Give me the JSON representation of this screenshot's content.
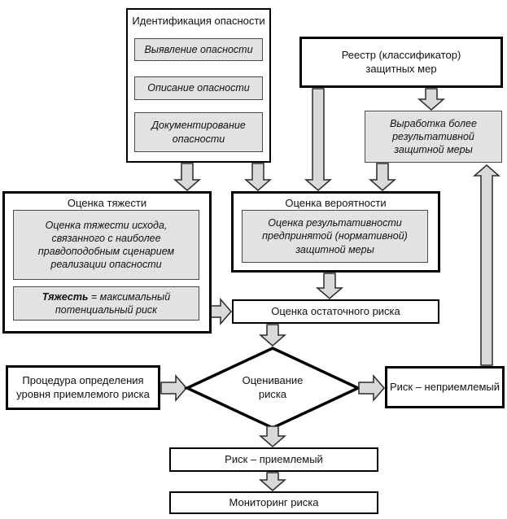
{
  "colors": {
    "background": "#ffffff",
    "box_fill": "#ffffff",
    "inner_fill": "#e2e2e2",
    "arrow_fill": "#d9d9d9",
    "border": "#000000"
  },
  "nodes": {
    "identification": {
      "title": "Идентификация опасности",
      "items": [
        "Выявление опасности",
        "Описание опасности",
        "Документирование опасности"
      ]
    },
    "registry": {
      "label": "Реестр (классификатор) защитных мер"
    },
    "countermeasure": {
      "label": "Выработка более результативной защитной меры"
    },
    "severity": {
      "title": "Оценка тяжести",
      "assessment": "Оценка тяжести исхода, связанного с наиболее правдоподобным сценарием реализации опасности",
      "formula_term": "Тяжесть",
      "formula_rest": "= максимальный потенциальный риск"
    },
    "probability": {
      "title": "Оценка вероятности",
      "assessment": "Оценка результативности предпринятой (нормативной) защитной меры"
    },
    "residual_risk": {
      "label": "Оценка остаточного риска"
    },
    "acceptable_level_procedure": {
      "label": "Процедура определения уровня приемлемого риска"
    },
    "risk_evaluation": {
      "label": "Оценивание риска"
    },
    "risk_unacceptable": {
      "label": "Риск – неприемлемый"
    },
    "risk_acceptable": {
      "label": "Риск – приемлемый"
    },
    "monitoring": {
      "label": "Мониторинг риска"
    }
  }
}
